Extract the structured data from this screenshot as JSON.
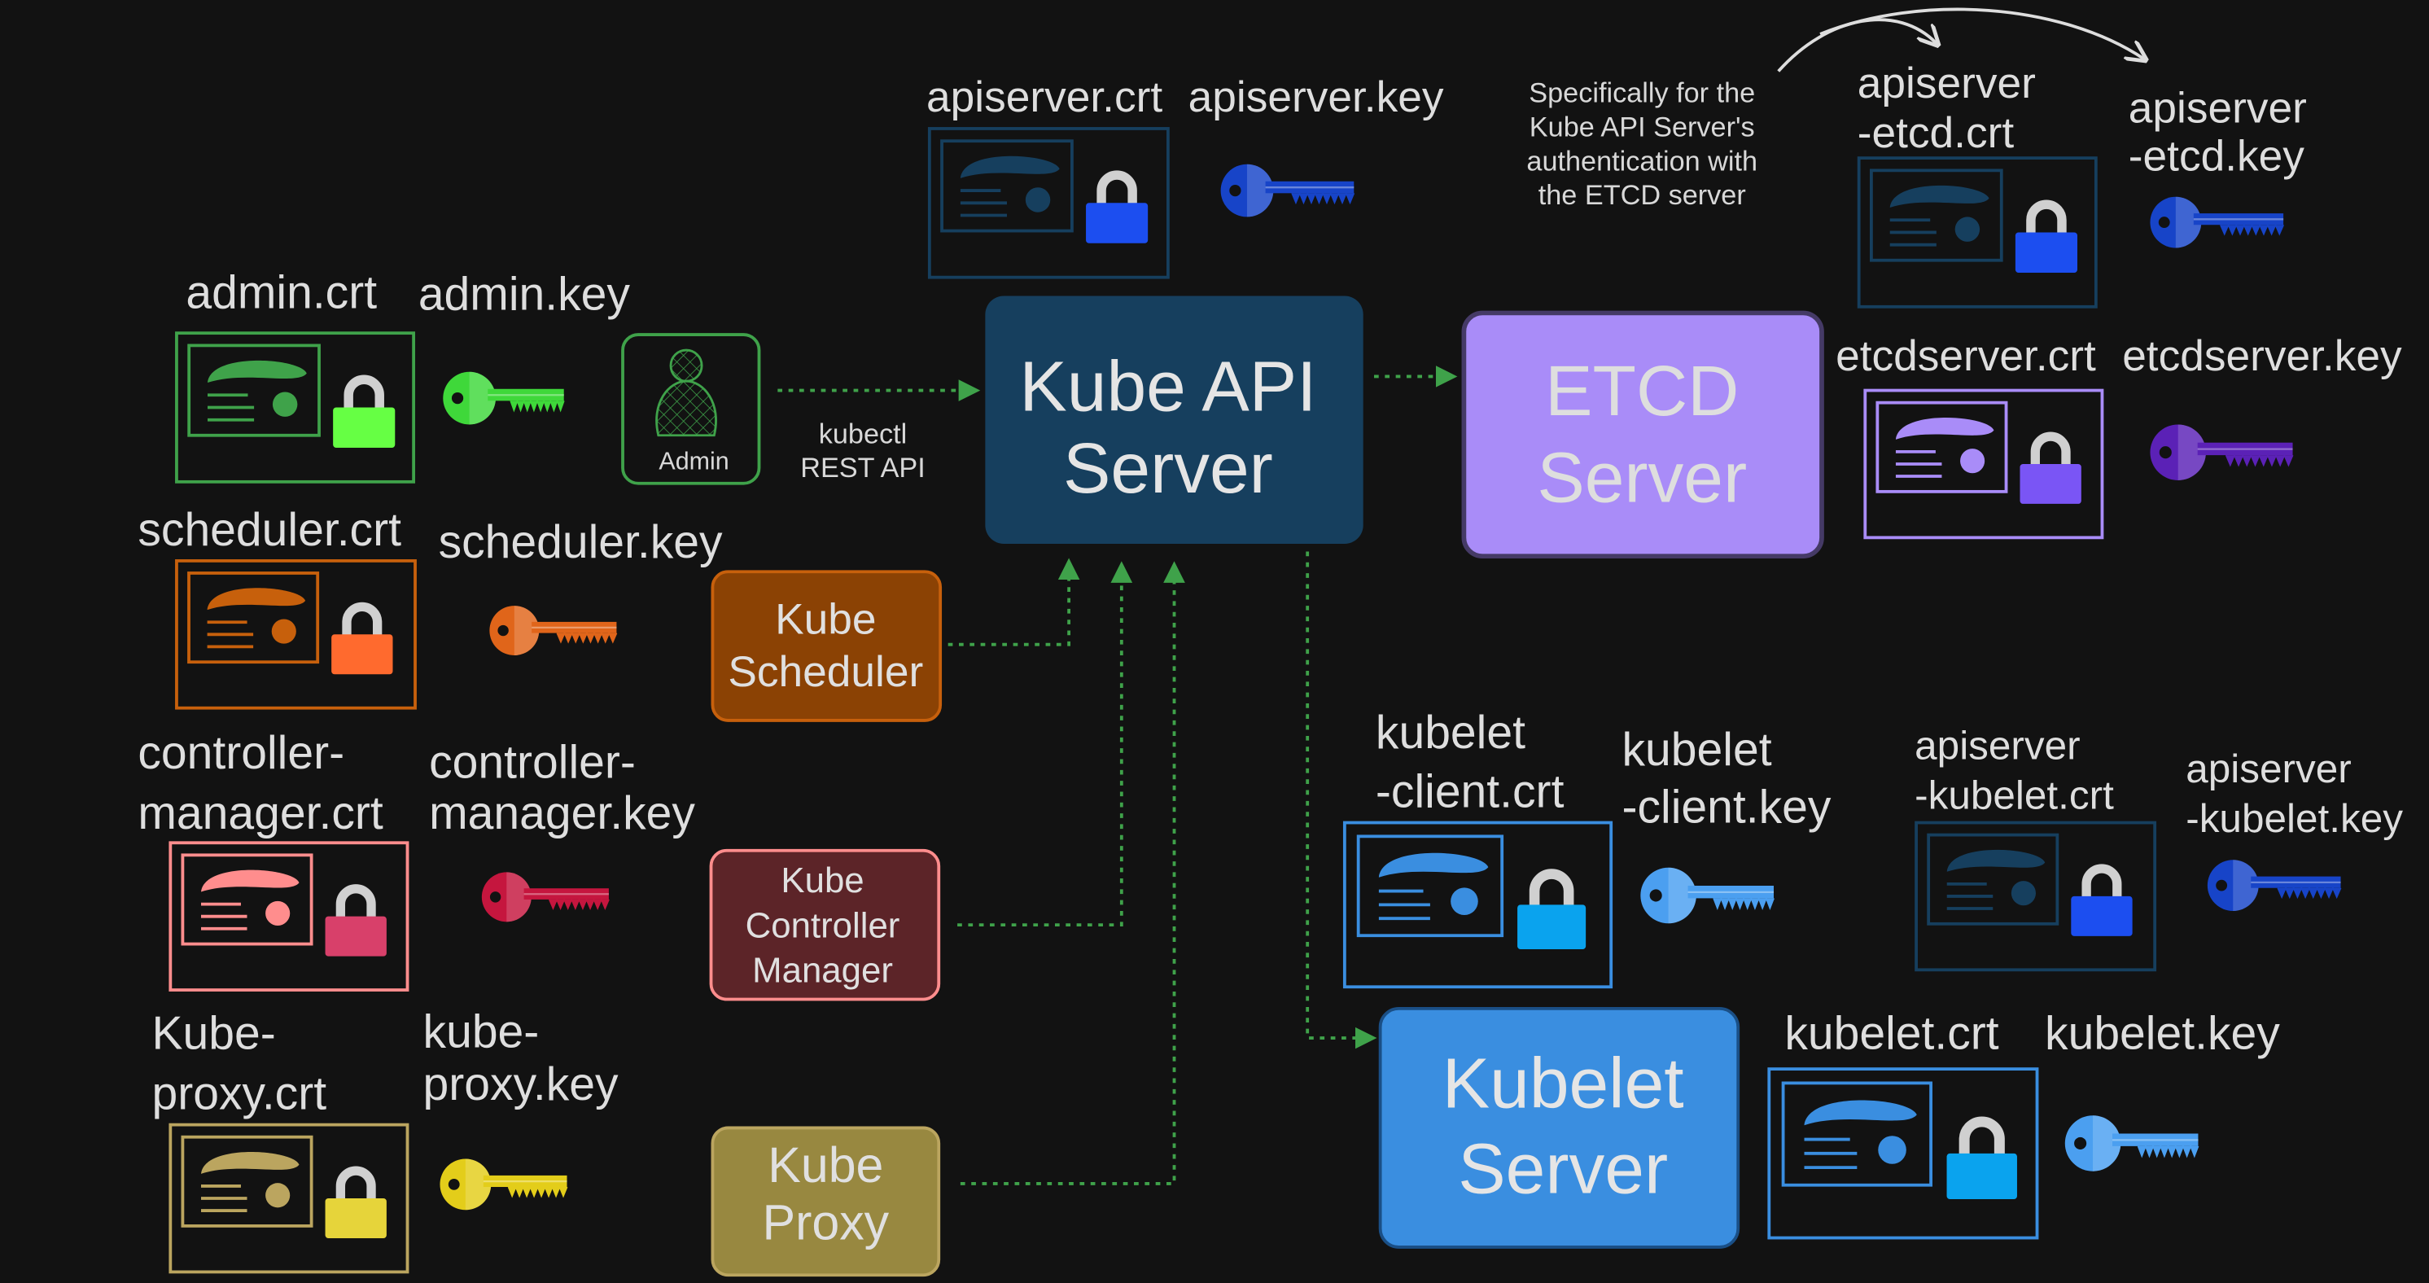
{
  "colors": {
    "background": "#121212",
    "green": "#3fa24a",
    "green_bright": "#66ff44",
    "orange": "#c7600c",
    "orange_bright": "#ff6a2e",
    "pink": "#ff8d8d",
    "pink_bright": "#d8406a",
    "olive": "#bba55f",
    "yellow": "#e6d43a",
    "api_navy": "#163f5e",
    "blue_bright": "#1c4ef0",
    "violet": "#a98cf8",
    "violet_bright": "#7a55f5",
    "kubelet_blue": "#3a8ee0",
    "kubelet_bright": "#0aa3ee"
  },
  "nodes": {
    "kube_api_server": {
      "line1": "Kube API",
      "line2": "Server"
    },
    "etcd_server": {
      "line1": "ETCD",
      "line2": "Server"
    },
    "kubelet_server": {
      "line1": "Kubelet",
      "line2": "Server"
    },
    "kube_scheduler": {
      "line1": "Kube",
      "line2": "Scheduler"
    },
    "kube_controller_manager": {
      "line1": "Kube",
      "line2": "Controller",
      "line3": "Manager"
    },
    "kube_proxy": {
      "line1": "Kube",
      "line2": "Proxy"
    },
    "admin_user": {
      "label": "Admin"
    }
  },
  "annotations": {
    "kubectl": {
      "line1": "kubectl",
      "line2": "REST API"
    },
    "etcd_note": {
      "line1": "Specifically for the",
      "line2": "Kube API Server's",
      "line3": "authentication with",
      "line4": "the ETCD server"
    }
  },
  "certs": {
    "admin_crt": {
      "line1": "admin.crt"
    },
    "admin_key": {
      "line1": "admin.key"
    },
    "scheduler_crt": {
      "line1": "scheduler.crt"
    },
    "scheduler_key": {
      "line1": "scheduler.key"
    },
    "controller_crt": {
      "line1": "controller-",
      "line2": "manager.crt"
    },
    "controller_key": {
      "line1": "controller-",
      "line2": "manager.key"
    },
    "proxy_crt": {
      "line1": "Kube-",
      "line2": "proxy.crt"
    },
    "proxy_key": {
      "line1": "kube-",
      "line2": "proxy.key"
    },
    "apiserver_crt": {
      "line1": "apiserver.crt"
    },
    "apiserver_key": {
      "line1": "apiserver.key"
    },
    "apiserver_etcd_crt": {
      "line1": "apiserver",
      "line2": "-etcd.crt"
    },
    "apiserver_etcd_key": {
      "line1": "apiserver",
      "line2": "-etcd.key"
    },
    "etcdserver_crt": {
      "line1": "etcdserver.crt"
    },
    "etcdserver_key": {
      "line1": "etcdserver.key"
    },
    "kubelet_client_crt": {
      "line1": "kubelet",
      "line2": "-client.crt"
    },
    "kubelet_client_key": {
      "line1": "kubelet",
      "line2": "-client.key"
    },
    "apiserver_kubelet_crt": {
      "line1": "apiserver",
      "line2": "-kubelet.crt"
    },
    "apiserver_kubelet_key": {
      "line1": "apiserver",
      "line2": "-kubelet.key"
    },
    "kubelet_crt": {
      "line1": "kubelet.crt"
    },
    "kubelet_key": {
      "line1": "kubelet.key"
    }
  }
}
